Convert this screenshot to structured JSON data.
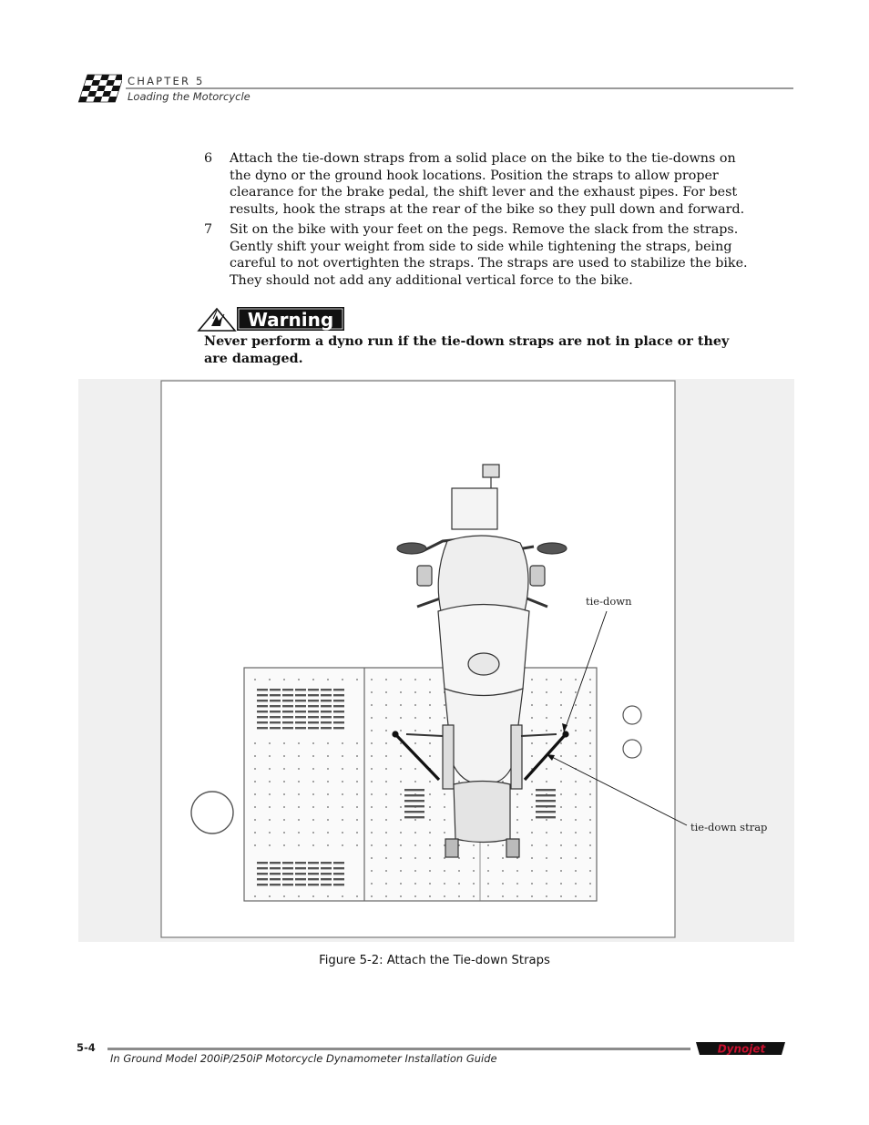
{
  "header": {
    "chapter": "CHAPTER 5",
    "section": "Loading the Motorcycle"
  },
  "steps": [
    {
      "number": "6",
      "text": "Attach the tie-down straps from a solid place on the bike to the tie-downs on the dyno or the ground hook locations. Position the straps to allow proper clearance for the brake pedal, the shift lever and the exhaust pipes. For best results, hook the straps at the rear of the bike so they pull down and forward."
    },
    {
      "number": "7",
      "text": "Sit on the bike with your feet on the pegs. Remove the slack from the straps. Gently shift your weight from side to side while tightening the straps, being careful to not overtighten the straps. The straps are used to stabilize the bike. They should not add any additional vertical force to the bike."
    }
  ],
  "warning": {
    "badge": "Warning",
    "text": "Never perform a dyno run if the tie-down straps are not in place or they are damaged."
  },
  "figure": {
    "callout_tiedown": "tie-down",
    "callout_strap": "tie-down strap",
    "caption": "Figure 5-2: Attach the Tie-down Straps"
  },
  "footer": {
    "page": "5-4",
    "doc_title": "In Ground Model 200iP/250iP Motorcycle Dynamometer Installation Guide",
    "logo": "Dynojet"
  }
}
